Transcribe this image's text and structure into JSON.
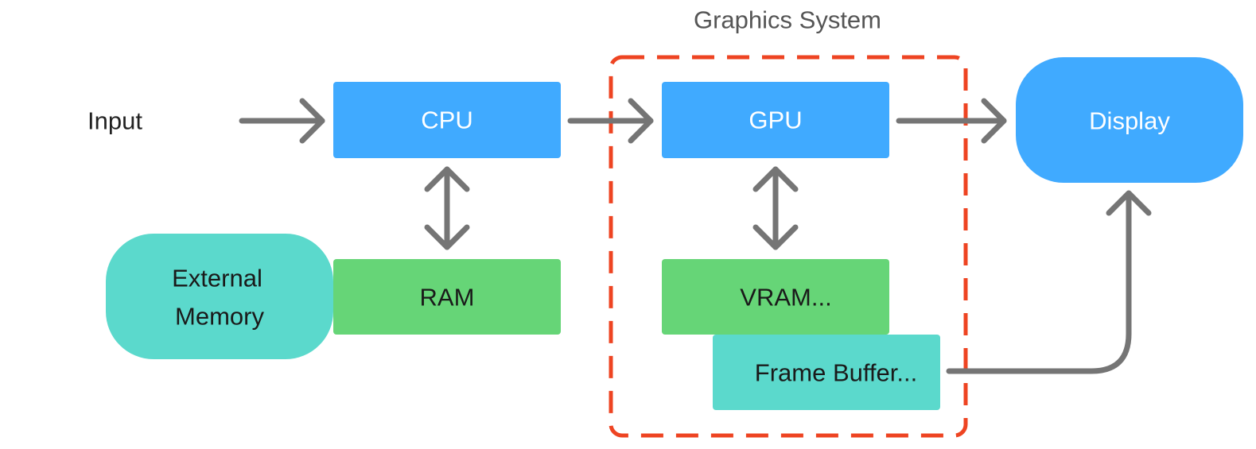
{
  "group": {
    "title": "Graphics System",
    "border_color": "#EE4422"
  },
  "labels": {
    "input": "Input"
  },
  "nodes": {
    "cpu": {
      "label": "CPU",
      "color": "#40AAFF"
    },
    "gpu": {
      "label": "GPU",
      "color": "#40AAFF"
    },
    "display": {
      "label": "Display",
      "color": "#40AAFF"
    },
    "ram": {
      "label": "RAM",
      "color": "#66D577"
    },
    "vram": {
      "label": "VRAM...",
      "color": "#66D577"
    },
    "frame_buffer": {
      "label": "Frame Buffer...",
      "color": "#5BD9CC"
    },
    "external_memory": {
      "line1": "External",
      "line2": "Memory",
      "color": "#5BD9CC"
    }
  },
  "arrow_color": "#757575"
}
